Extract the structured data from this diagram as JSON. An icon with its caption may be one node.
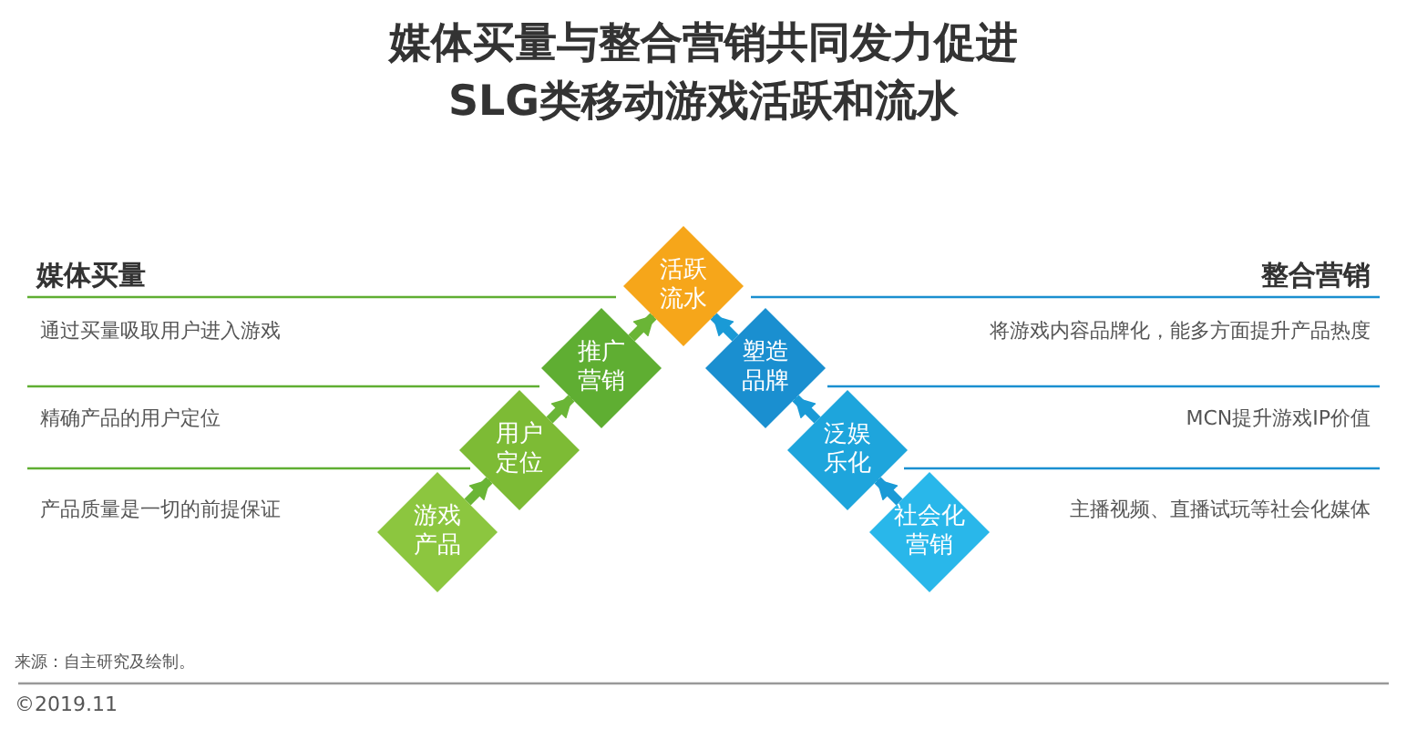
{
  "diagram": {
    "title": "媒体买量与整合营销共同发力促进SLG类移动游戏活跃和流水",
    "caption": "来源：自主研究及绘制。",
    "nodes": [
      {
        "text": [
          "游戏产品"
        ]
      },
      {
        "text": [
          "用户定位"
        ]
      },
      {
        "text": [
          "推广营销"
        ]
      },
      {
        "text": [
          "活跃流水"
        ]
      },
      {
        "text": [
          "塑造品牌"
        ]
      },
      {
        "text": [
          "泛娱乐化"
        ]
      },
      {
        "text": [
          "社会化营销"
        ]
      }
    ],
    "edges": [
      {
        "from": 0,
        "to": 1,
        "arrow": "to",
        "color": "#6ab536"
      },
      {
        "from": 1,
        "to": 2,
        "arrow": "to",
        "color": "#6ab536"
      },
      {
        "from": 2,
        "to": 3,
        "arrow": "to",
        "color": "#6ab536"
      },
      {
        "from": 6,
        "to": 5,
        "arrow": "to",
        "color": "#1a9ad6"
      },
      {
        "from": 5,
        "to": 4,
        "arrow": "to",
        "color": "#1a9ad6"
      },
      {
        "from": 4,
        "to": 3,
        "arrow": "to",
        "color": "#1a9ad6"
      }
    ],
    "labels": [
      "媒体买量",
      "通过买量吸取用户进入游戏",
      "精确产品的用户定位",
      "产品质量是一切的前提保证",
      "整合营销",
      "将游戏内容品牌化，能多方面提升产品热度",
      "MCN提升游戏IP价值",
      "主播视频、直播试玩等社会化媒体",
      "©2019.11"
    ]
  }
}
